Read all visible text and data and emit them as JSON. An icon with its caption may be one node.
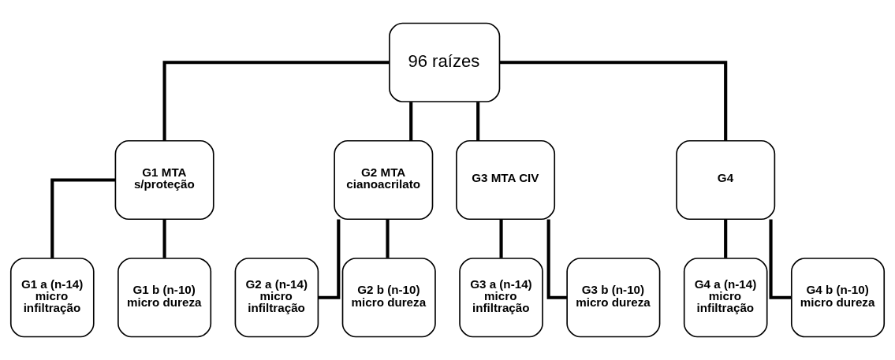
{
  "diagram": {
    "nodes": [
      {
        "text": [
          "96 raízes"
        ]
      },
      {
        "text": [
          "G1 MTA s/proteção"
        ]
      },
      {
        "text": [
          "G2 MTA cianoacrilato"
        ]
      },
      {
        "text": [
          "G3 MTA CIV"
        ]
      },
      {
        "text": [
          "G4"
        ]
      },
      {
        "text": [
          "G1 a (n-14) micro infiltração"
        ]
      },
      {
        "text": [
          "G1 b (n-10) micro dureza"
        ]
      },
      {
        "text": [
          "G2 a (n-14) micro infiltração"
        ]
      },
      {
        "text": [
          "G2 b (n-10) micro dureza"
        ]
      },
      {
        "text": [
          "G3 a (n-14) micro infiltração"
        ]
      },
      {
        "text": [
          "G3 b (n-10) micro dureza"
        ]
      },
      {
        "text": [
          "G4 a (n-14) micro infiltração"
        ]
      },
      {
        "text": [
          "G4 b (n-10) micro dureza"
        ]
      }
    ],
    "edges": [
      {
        "from": 0,
        "to": 1,
        "arrow": "none"
      },
      {
        "from": 0,
        "to": 2,
        "arrow": "none"
      },
      {
        "from": 0,
        "to": 3,
        "arrow": "none"
      },
      {
        "from": 0,
        "to": 4,
        "arrow": "none"
      },
      {
        "from": 1,
        "to": 5,
        "arrow": "none"
      },
      {
        "from": 1,
        "to": 6,
        "arrow": "none"
      },
      {
        "from": 2,
        "to": 7,
        "arrow": "none"
      },
      {
        "from": 2,
        "to": 8,
        "arrow": "none"
      },
      {
        "from": 3,
        "to": 9,
        "arrow": "none"
      },
      {
        "from": 3,
        "to": 10,
        "arrow": "none"
      },
      {
        "from": 4,
        "to": 11,
        "arrow": "none"
      },
      {
        "from": 4,
        "to": 12,
        "arrow": "none"
      }
    ]
  }
}
